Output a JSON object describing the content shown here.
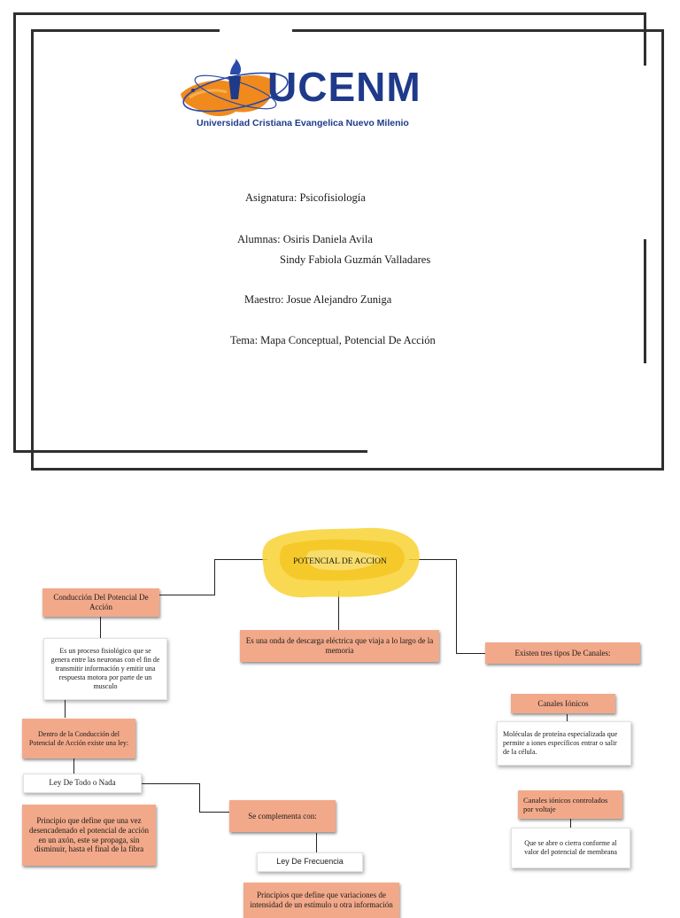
{
  "cover": {
    "logo": {
      "name": "UCENM",
      "subtitle": "Universidad Cristiana Evangelica Nuevo Milenio"
    },
    "asignatura": "Asignatura: Psicofisiología",
    "alumnas_1": "Alumnas: Osiris Daniela Avila",
    "alumnas_2": "Sindy Fabiola Guzmán Valladares",
    "maestro": "Maestro: Josue Alejandro Zuniga",
    "tema": "Tema: Mapa Conceptual, Potencial De Acción"
  },
  "concept_map": {
    "central": "POTENCIAL DE ACCION",
    "left": {
      "title": "Conducción Del Potencial De Acción",
      "description": "Es un proceso fisiológico que se genera entre las neuronas con el fin de transmitir información y emitir una respuesta motora por parte de un musculo",
      "law_intro": "Dentro de la Conducción del Potencial de Acción existe una ley:",
      "law_name": "Ley De Todo o Nada",
      "law_description": "Principio que define que una vez desencadenado el potencial de acción en un axón, este se propaga, sin disminuir, hasta el final de la fibra"
    },
    "center": {
      "definition": "Es una onda de descarga eléctrica que viaja a lo largo de la memoria"
    },
    "complement": {
      "label": "Se complementa con:",
      "law_name": "Ley De Frecuencia",
      "law_description": "Principios que define que variaciones de intensidad de un estímulo u otra información"
    },
    "right": {
      "title": "Existen tres tipos De Canales:",
      "channel_1": "Canales Iónicos",
      "channel_1_desc": "Moléculas de proteína especializada que permite a iones específicos entrar o salir de la célula.",
      "channel_2": "Canales iónicos controlados por voltaje",
      "channel_2_desc": "Que se abre o cierra conforme al valor del potencial de membrana"
    }
  },
  "colors": {
    "frame": "#2f2f2f",
    "box_orange": "#f2a98a",
    "logo_blue": "#1f3a8a",
    "logo_orange": "#f08a1c",
    "watercolor": "#f7d232"
  }
}
